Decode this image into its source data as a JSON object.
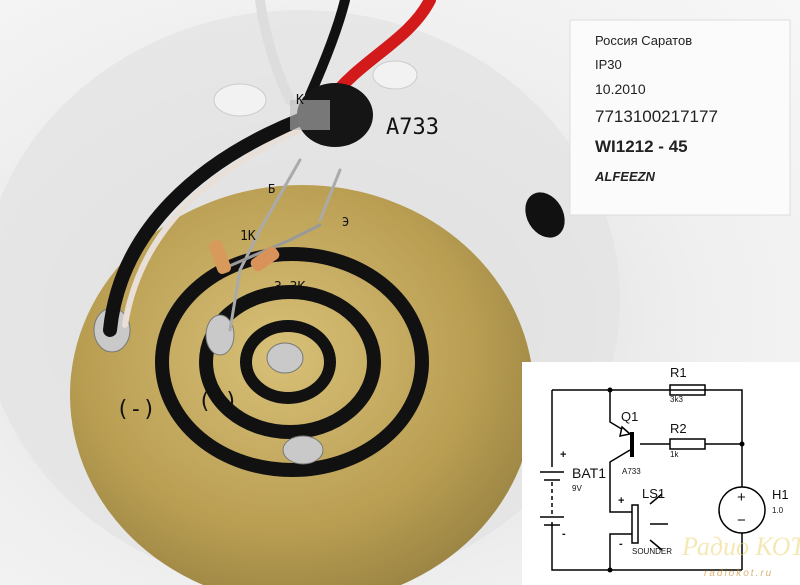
{
  "photo_labels": {
    "collector": "К",
    "transistor": "A733",
    "base": "Б",
    "emitter": "Э",
    "r_1k": "1K",
    "r_3k3": "3.3K",
    "minus": "(-)",
    "plus": "(+)"
  },
  "sticker": {
    "brand": "ALFEEZN",
    "model": "WI1212 - 45",
    "code": "7713100217177",
    "date": "10.2010",
    "ip": "IP30",
    "origin": "Россия Саратов"
  },
  "schematic": {
    "r1": {
      "name": "R1",
      "value": "3k3"
    },
    "r2": {
      "name": "R2",
      "value": "1k"
    },
    "q1": {
      "name": "Q1",
      "value": "A733"
    },
    "bat": {
      "name": "BAT1",
      "value": "9V",
      "plus": "+",
      "minus": "-"
    },
    "ls": {
      "name": "LS1",
      "value": "SOUNDER",
      "plus": "+",
      "minus": "-"
    },
    "h1": {
      "name": "H1",
      "value": "1.0",
      "plus": "+",
      "minus": "−"
    }
  },
  "watermark": {
    "logo": "Радио КОТ",
    "url": "radiokot.ru"
  }
}
